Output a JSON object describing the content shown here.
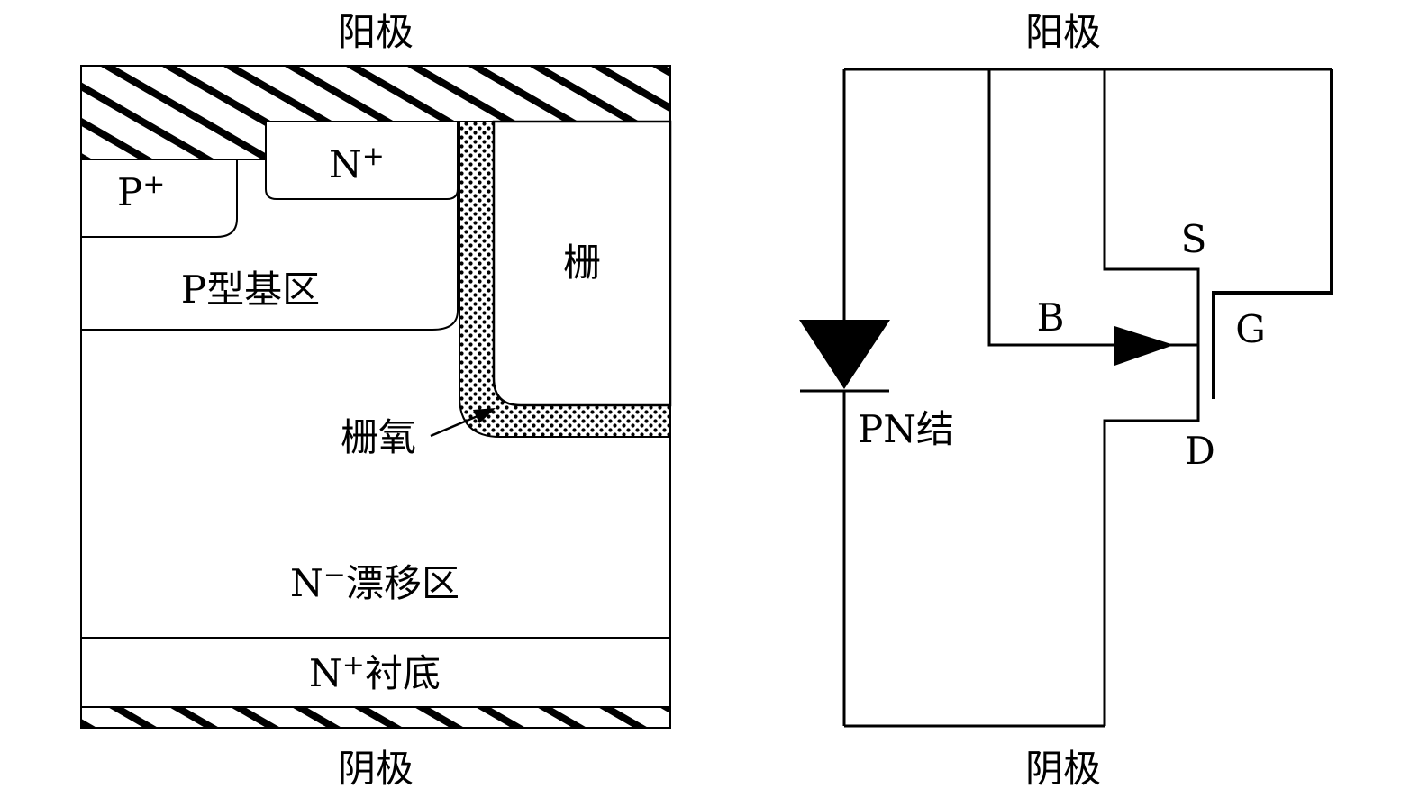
{
  "colors": {
    "stroke": "#000000",
    "background": "#ffffff",
    "fill": "#ffffff"
  },
  "left_panel": {
    "name": "MOSFET device cross-section",
    "top_label": "阳极",
    "bottom_label": "阴极",
    "regions": {
      "p_plus": {
        "base": "P",
        "sup": "+"
      },
      "n_plus_source": {
        "base": "N",
        "sup": "+"
      },
      "p_body": "P型基区",
      "gate": "栅",
      "gate_oxide": "栅氧",
      "n_drift": {
        "base": "N",
        "sup": "−",
        "text": "漂移区"
      },
      "n_substrate": {
        "base": "N",
        "sup": "+",
        "text": "衬底"
      }
    },
    "patterns": {
      "anode_metal": "diagonal-hatch",
      "cathode_metal": "diagonal-hatch",
      "gate_oxide": "dots"
    }
  },
  "right_panel": {
    "name": "Equivalent circuit",
    "top_label": "阳极",
    "bottom_label": "阴极",
    "diode_label": "PN结",
    "terminals": {
      "source": "S",
      "body": "B",
      "gate": "G",
      "drain": "D"
    }
  }
}
